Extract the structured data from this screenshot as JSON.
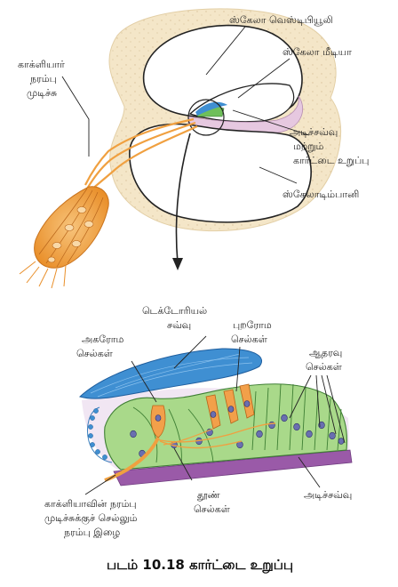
{
  "labels": {
    "scala_vestibuli": "ஸ்கேலா வெஸ்டிபியூலி",
    "scala_media": "ஸ்கேலா மீடியா",
    "cochlear_nerve_1": "காக்ளியார்",
    "cochlear_nerve_2": "நரம்பு",
    "cochlear_nerve_3": "முடிச்சு",
    "basilar_organ_1": "அடிச்சவ்வு",
    "basilar_organ_2": "மற்றும்",
    "basilar_organ_3": "கார்ட்டை உறுப்பு",
    "scala_tympani": "ஸ்கேலாடிம்பானி",
    "tectorial_1": "டெக்டோரியல்",
    "tectorial_2": "சவ்வு",
    "inner_hair_1": "அகரோம",
    "inner_hair_2": "செல்கள்",
    "outer_hair_1": "புறரோம",
    "outer_hair_2": "செல்கள்",
    "supporting_1": "ஆதரவு",
    "supporting_2": "செல்கள்",
    "nerve_fibre_1": "காக்ளியாவின் நரம்பு",
    "nerve_fibre_2": "முடிச்சுக்குச் செல்லும்",
    "nerve_fibre_3": "நரம்பு இழை",
    "pillar_1": "தூண்",
    "pillar_2": "செல்கள்",
    "basilar_membrane": "அடிச்சவ்வு"
  },
  "caption": "படம் 10.18 கார்ட்டை உறுப்பு",
  "colors": {
    "bone": "#f4e6c8",
    "membrane": "#e6c8e0",
    "tectorial": "#3f8fd2",
    "supporting_cells": "#a9d98a",
    "outer_hair_cells": "#f2a04a",
    "nerve": "#f0a040",
    "basilar": "#9a5aa8"
  }
}
